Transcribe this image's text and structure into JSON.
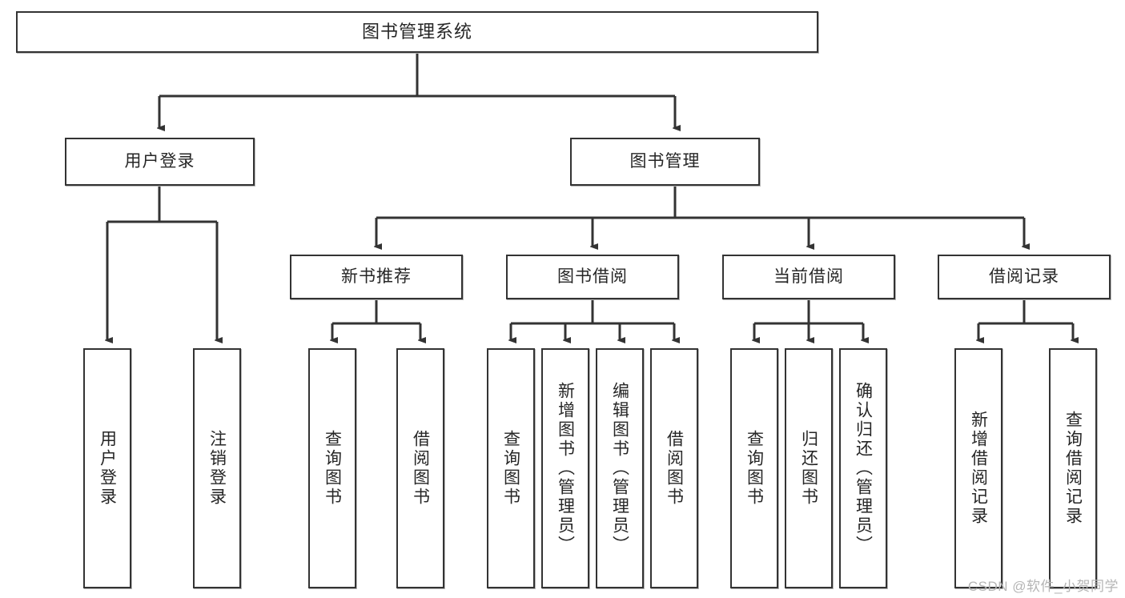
{
  "diagram": {
    "title": "图书管理系统",
    "type": "tree",
    "watermark": "CSDN @软件_小贺同学",
    "colors": {
      "box_border": "#333333",
      "box_fill": "#ffffff",
      "edge": "#333333",
      "text": "#262626",
      "watermark": "#b5b5b5",
      "background": "#ffffff"
    },
    "root": {
      "label": "图书管理系统"
    },
    "level2": [
      {
        "label": "用户登录"
      },
      {
        "label": "图书管理"
      }
    ],
    "level3": [
      {
        "label": "新书推荐"
      },
      {
        "label": "图书借阅"
      },
      {
        "label": "当前借阅"
      },
      {
        "label": "借阅记录"
      }
    ],
    "leaves": {
      "user_login": [
        {
          "label": "用户登录"
        },
        {
          "label": "注销登录"
        }
      ],
      "new_book_recommend": [
        {
          "label": "查询图书"
        },
        {
          "label": "借阅图书"
        }
      ],
      "book_borrow": [
        {
          "label": "查询图书"
        },
        {
          "label": "新增图书（管理员）"
        },
        {
          "label": "编辑图书（管理员）"
        },
        {
          "label": "借阅图书"
        }
      ],
      "current_borrow": [
        {
          "label": "查询图书"
        },
        {
          "label": "归还图书"
        },
        {
          "label": "确认归还（管理员）"
        }
      ],
      "borrow_record": [
        {
          "label": "新增借阅记录"
        },
        {
          "label": "查询借阅记录"
        }
      ]
    }
  }
}
